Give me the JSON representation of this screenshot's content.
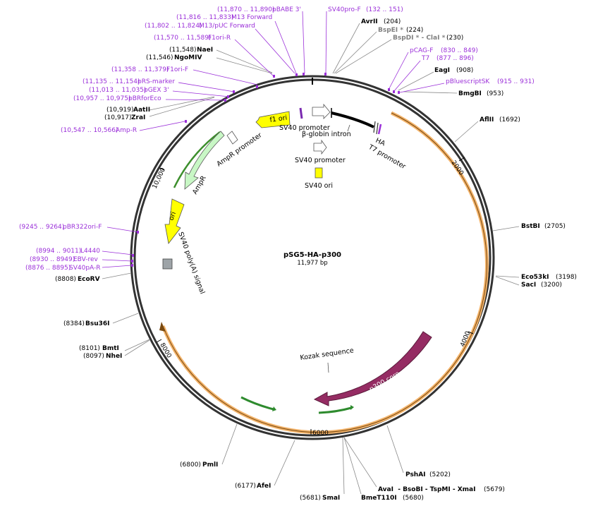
{
  "plasmid": {
    "name": "pSG5-HA-p300",
    "size": "11,977 bp"
  },
  "colors": {
    "primer": "#9b30d9",
    "enzyme": "#000000",
    "orf": "#f3b36a",
    "p300": "#952c63",
    "ori": "#ffff00",
    "ampr": "#c8f7c5"
  },
  "ticks": [
    {
      "label": "2000"
    },
    {
      "label": "4000"
    },
    {
      "label": "6000"
    },
    {
      "label": "8000"
    },
    {
      "label": "10,000"
    }
  ],
  "enzymes": [
    {
      "name": "AvrII",
      "pos": "(204)"
    },
    {
      "name": "BspEI *",
      "pos": "(224)"
    },
    {
      "name": "BspDI * - ClaI *",
      "pos": "(230)"
    },
    {
      "name": "EagI",
      "pos": "(908)"
    },
    {
      "name": "BmgBI",
      "pos": "(953)"
    },
    {
      "name": "AflII",
      "pos": "(1692)"
    },
    {
      "name": "BstBI",
      "pos": "(2705)"
    },
    {
      "name": "Eco53kI",
      "pos": "(3198)"
    },
    {
      "name": "SacI",
      "pos": "(3200)"
    },
    {
      "name": "PshAI",
      "pos": "(5202)"
    },
    {
      "name": "AvaI  - BsoBI - TspMI - XmaI",
      "pos": "(5679)"
    },
    {
      "name": "BmeT110I",
      "pos": "(5680)"
    },
    {
      "name": "SmaI",
      "pos": "(5681)"
    },
    {
      "name": "AfeI",
      "pos": "(6177)"
    },
    {
      "name": "PmlI",
      "pos": "(6800)"
    },
    {
      "name": "NheI",
      "pos": "(8097)"
    },
    {
      "name": "BmtI",
      "pos": "(8101)"
    },
    {
      "name": "Bsu36I",
      "pos": "(8384)"
    },
    {
      "name": "EcoRV",
      "pos": "(8808)"
    },
    {
      "name": "ZraI",
      "pos": "(10,917)"
    },
    {
      "name": "AatII",
      "pos": "(10,919)"
    },
    {
      "name": "NgoMIV",
      "pos": "(11,546)"
    },
    {
      "name": "NaeI",
      "pos": "(11,548)"
    }
  ],
  "primers": [
    {
      "name": "pBABE 3'",
      "pos": "(11,870 .. 11,890)"
    },
    {
      "name": "M13 Forward",
      "pos": "(11,816 .. 11,833)"
    },
    {
      "name": "M13/pUC Forward",
      "pos": "(11,802 .. 11,824)"
    },
    {
      "name": "F1ori-R",
      "pos": "(11,570 .. 11,589)"
    },
    {
      "name": "SV40pro-F",
      "pos": "(132 .. 151)"
    },
    {
      "name": "pCAG-F",
      "pos": "(830 .. 849)"
    },
    {
      "name": "T7",
      "pos": "(877 .. 896)"
    },
    {
      "name": "pBluescriptSK",
      "pos": "(915 .. 931)"
    },
    {
      "name": "F1ori-F",
      "pos": "(11,358 .. 11,379)"
    },
    {
      "name": "pRS-marker",
      "pos": "(11,135 .. 11,154)"
    },
    {
      "name": "pGEX 3'",
      "pos": "(11,013 .. 11,035)"
    },
    {
      "name": "pBRforEco",
      "pos": "(10,957 .. 10,975)"
    },
    {
      "name": "Amp-R",
      "pos": "(10,547 .. 10,566)"
    },
    {
      "name": "pBR322ori-F",
      "pos": "(9245 .. 9264)"
    },
    {
      "name": "L4440",
      "pos": "(8994 .. 9011)"
    },
    {
      "name": "EBV-rev",
      "pos": "(8930 .. 8949)"
    },
    {
      "name": "SV40pA-R",
      "pos": "(8876 .. 8895)"
    }
  ],
  "features": {
    "f1_ori": "f1 ori",
    "sv40_promoter_1": "SV40 promoter",
    "beta_globin_intron": "β-globin intron",
    "ha": "HA",
    "t7_promoter": "T7 promoter",
    "sv40_promoter_2": "SV40 promoter",
    "sv40_ori": "SV40 ori",
    "ampr_promoter": "AmpR promoter",
    "ampr": "AmpR",
    "ori": "ori",
    "sv40_polya": "SV40 poly(A) signal",
    "kozak": "Kozak sequence",
    "p300_core": "p300 core"
  }
}
